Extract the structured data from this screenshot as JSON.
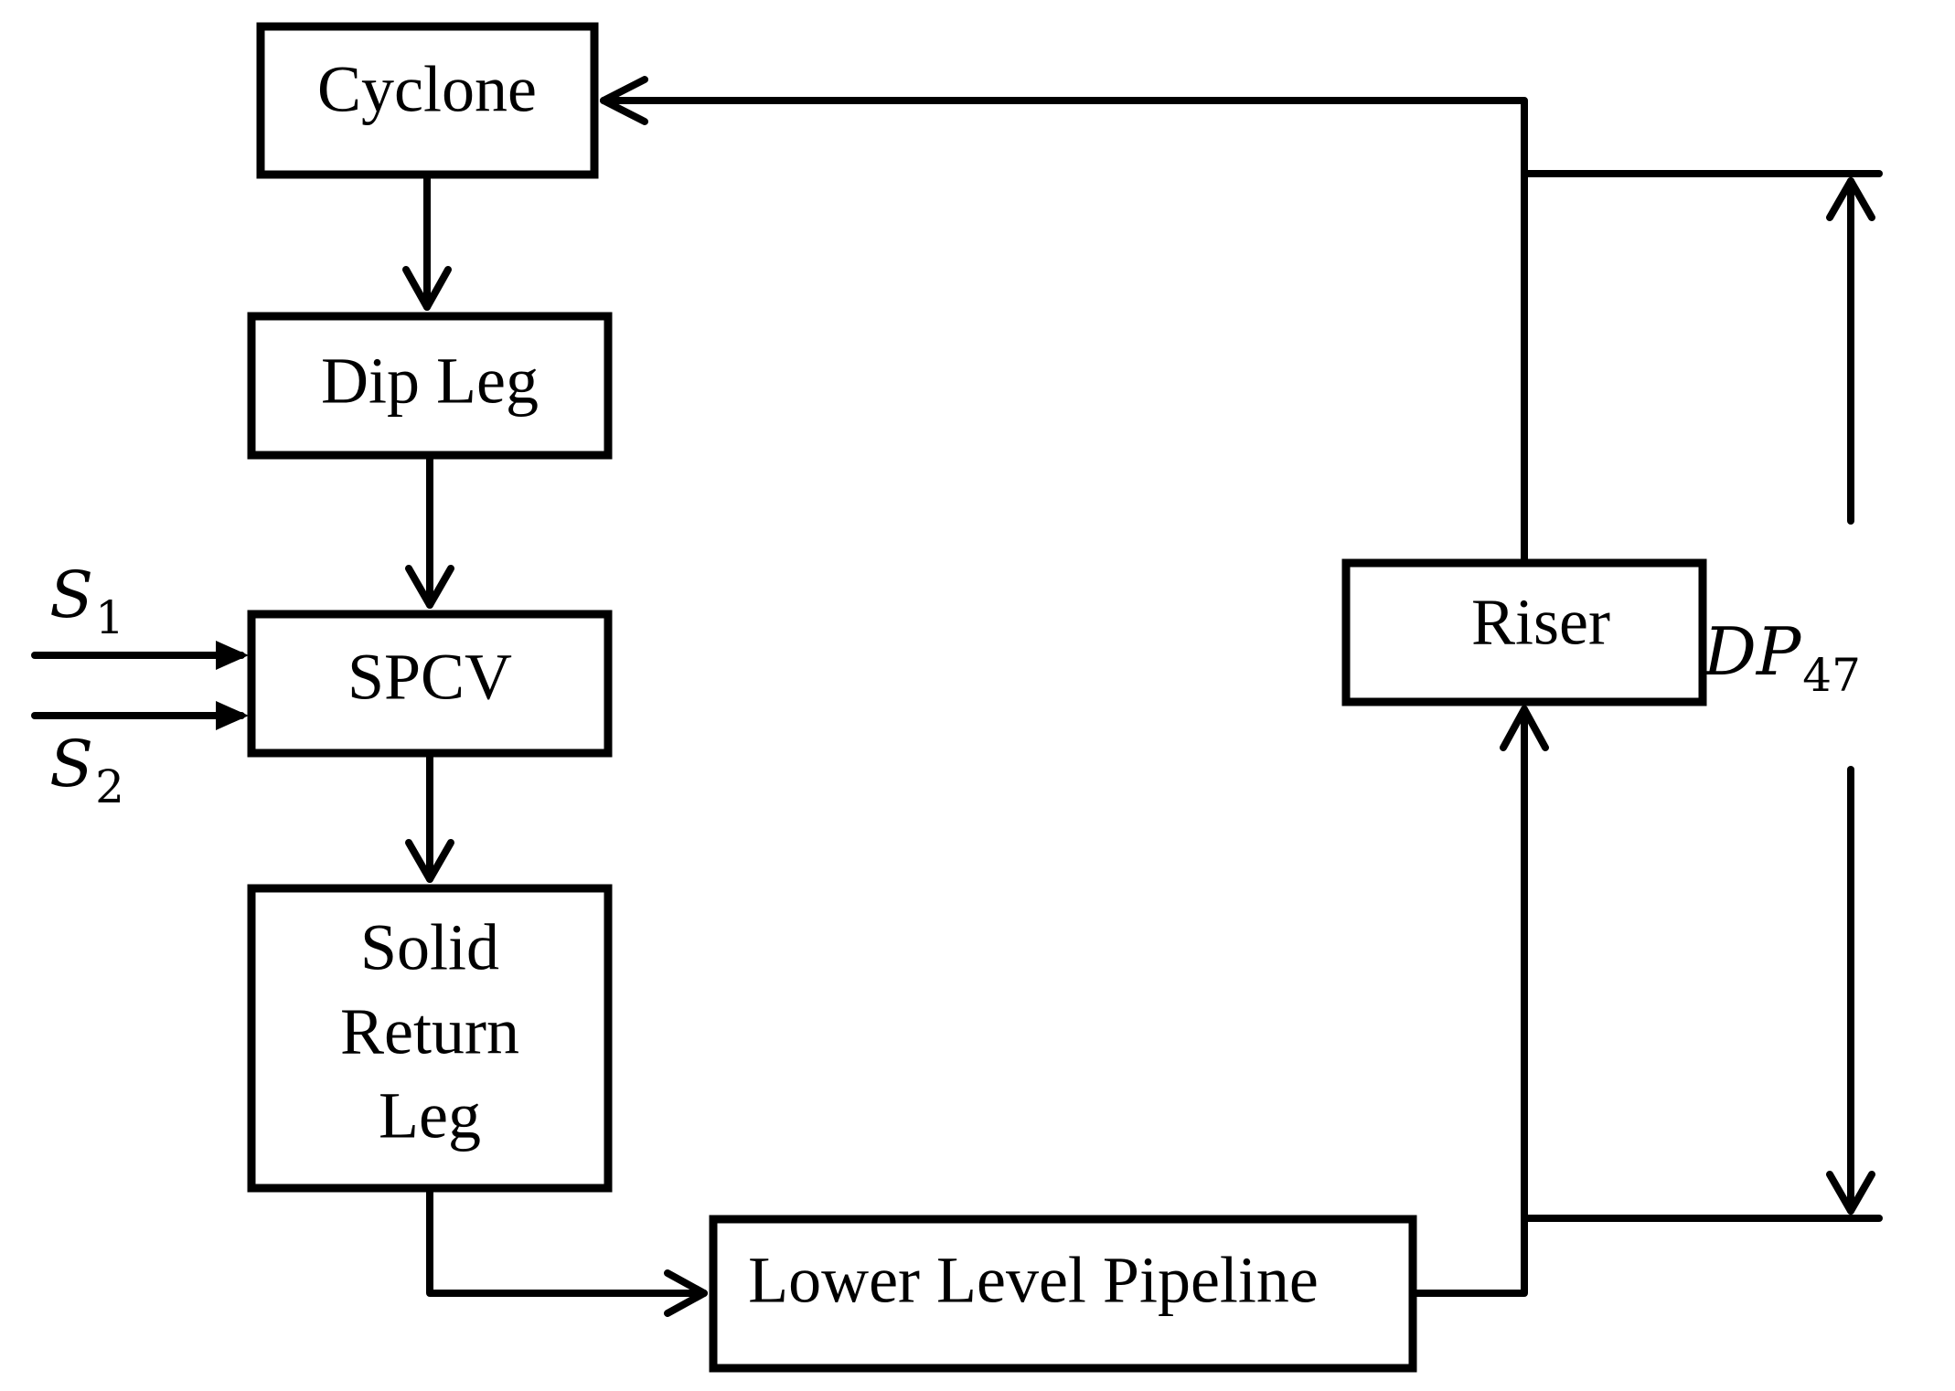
{
  "blocks": {
    "cyclone": "Cyclone",
    "dip_leg": "Dip Leg",
    "spcv": "SPCV",
    "solid_return_leg": [
      "Solid",
      "Return",
      "Leg"
    ],
    "lower_level_pipeline": "Lower Level Pipeline",
    "riser": "Riser"
  },
  "inputs": {
    "s1": {
      "symbol": "S",
      "subscript": "1"
    },
    "s2": {
      "symbol": "S",
      "subscript": "2"
    }
  },
  "pressure_drop": {
    "symbol": "DP",
    "subscript": "47"
  },
  "colors": {
    "stroke": "#000000",
    "background": "#ffffff"
  }
}
